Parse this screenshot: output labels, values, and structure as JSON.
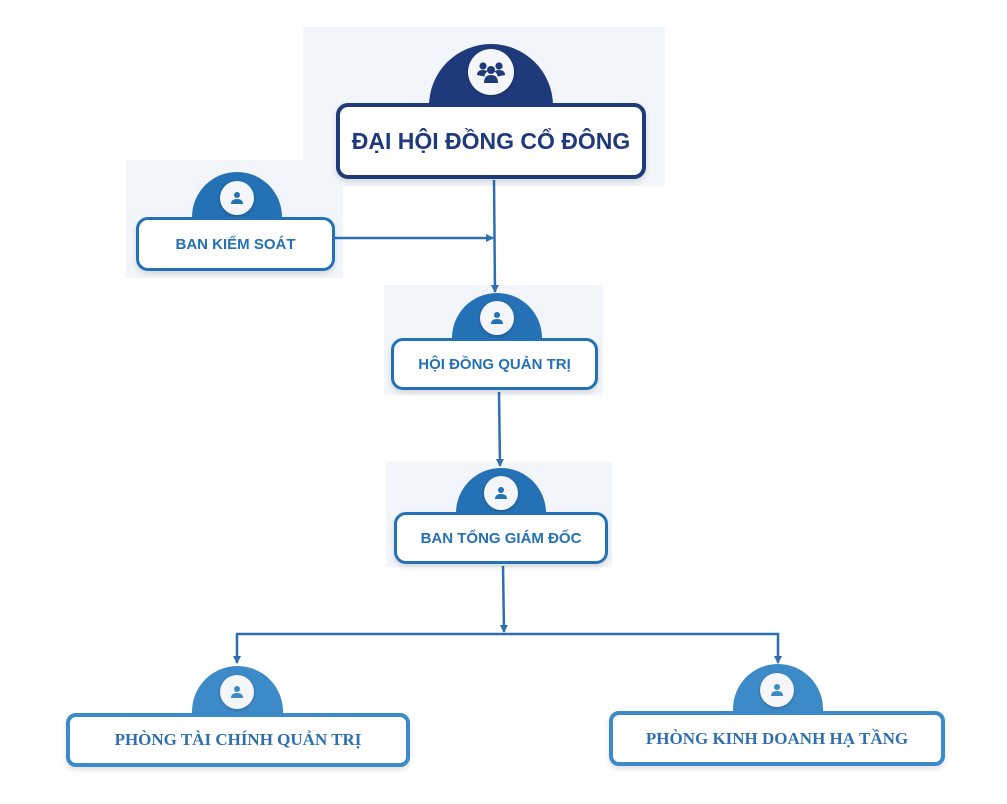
{
  "diagram": {
    "type": "org-chart",
    "colors": {
      "navy": "#1f3a7a",
      "blue": "#2471b5",
      "light_blue": "#3d8ac9",
      "connector": "#2e6fb0"
    },
    "nodes": [
      {
        "id": "dhdcd",
        "label": "ĐẠI HỘI ĐỒNG CỔ ĐÔNG",
        "icon": "group-icon"
      },
      {
        "id": "bks",
        "label": "BAN KIỂM SOÁT",
        "icon": "user-icon"
      },
      {
        "id": "hdqt",
        "label": "HỘI ĐỒNG QUẢN TRỊ",
        "icon": "user-icon"
      },
      {
        "id": "btgd",
        "label": "BAN TỔNG GIÁM ĐỐC",
        "icon": "user-icon"
      },
      {
        "id": "ptcqt",
        "label": "PHÒNG TÀI CHÍNH QUẢN TRỊ",
        "icon": "user-icon"
      },
      {
        "id": "pkdht",
        "label": "PHÒNG KINH DOANH HẠ TẦNG",
        "icon": "user-icon"
      }
    ],
    "edges": [
      {
        "from": "dhdcd",
        "to": "hdqt"
      },
      {
        "from": "bks",
        "to": "dhdcd-hdqt-line"
      },
      {
        "from": "hdqt",
        "to": "btgd"
      },
      {
        "from": "btgd",
        "to": "ptcqt"
      },
      {
        "from": "btgd",
        "to": "pkdht"
      }
    ]
  }
}
